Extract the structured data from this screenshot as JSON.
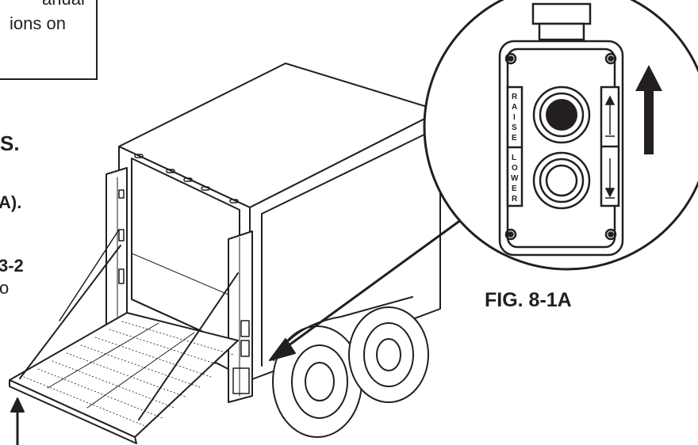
{
  "text_fragments": {
    "line1": "anual",
    "line2": "ions on",
    "line3": "S.",
    "line4": "A).",
    "line5": "3-2",
    "line6": "o"
  },
  "figure_caption": "FIG. 8-1A",
  "control_labels": {
    "raise": [
      "R",
      "A",
      "I",
      "S",
      "E"
    ],
    "lower": [
      "L",
      "O",
      "W",
      "E",
      "R"
    ]
  },
  "colors": {
    "ink": "#231f20"
  }
}
